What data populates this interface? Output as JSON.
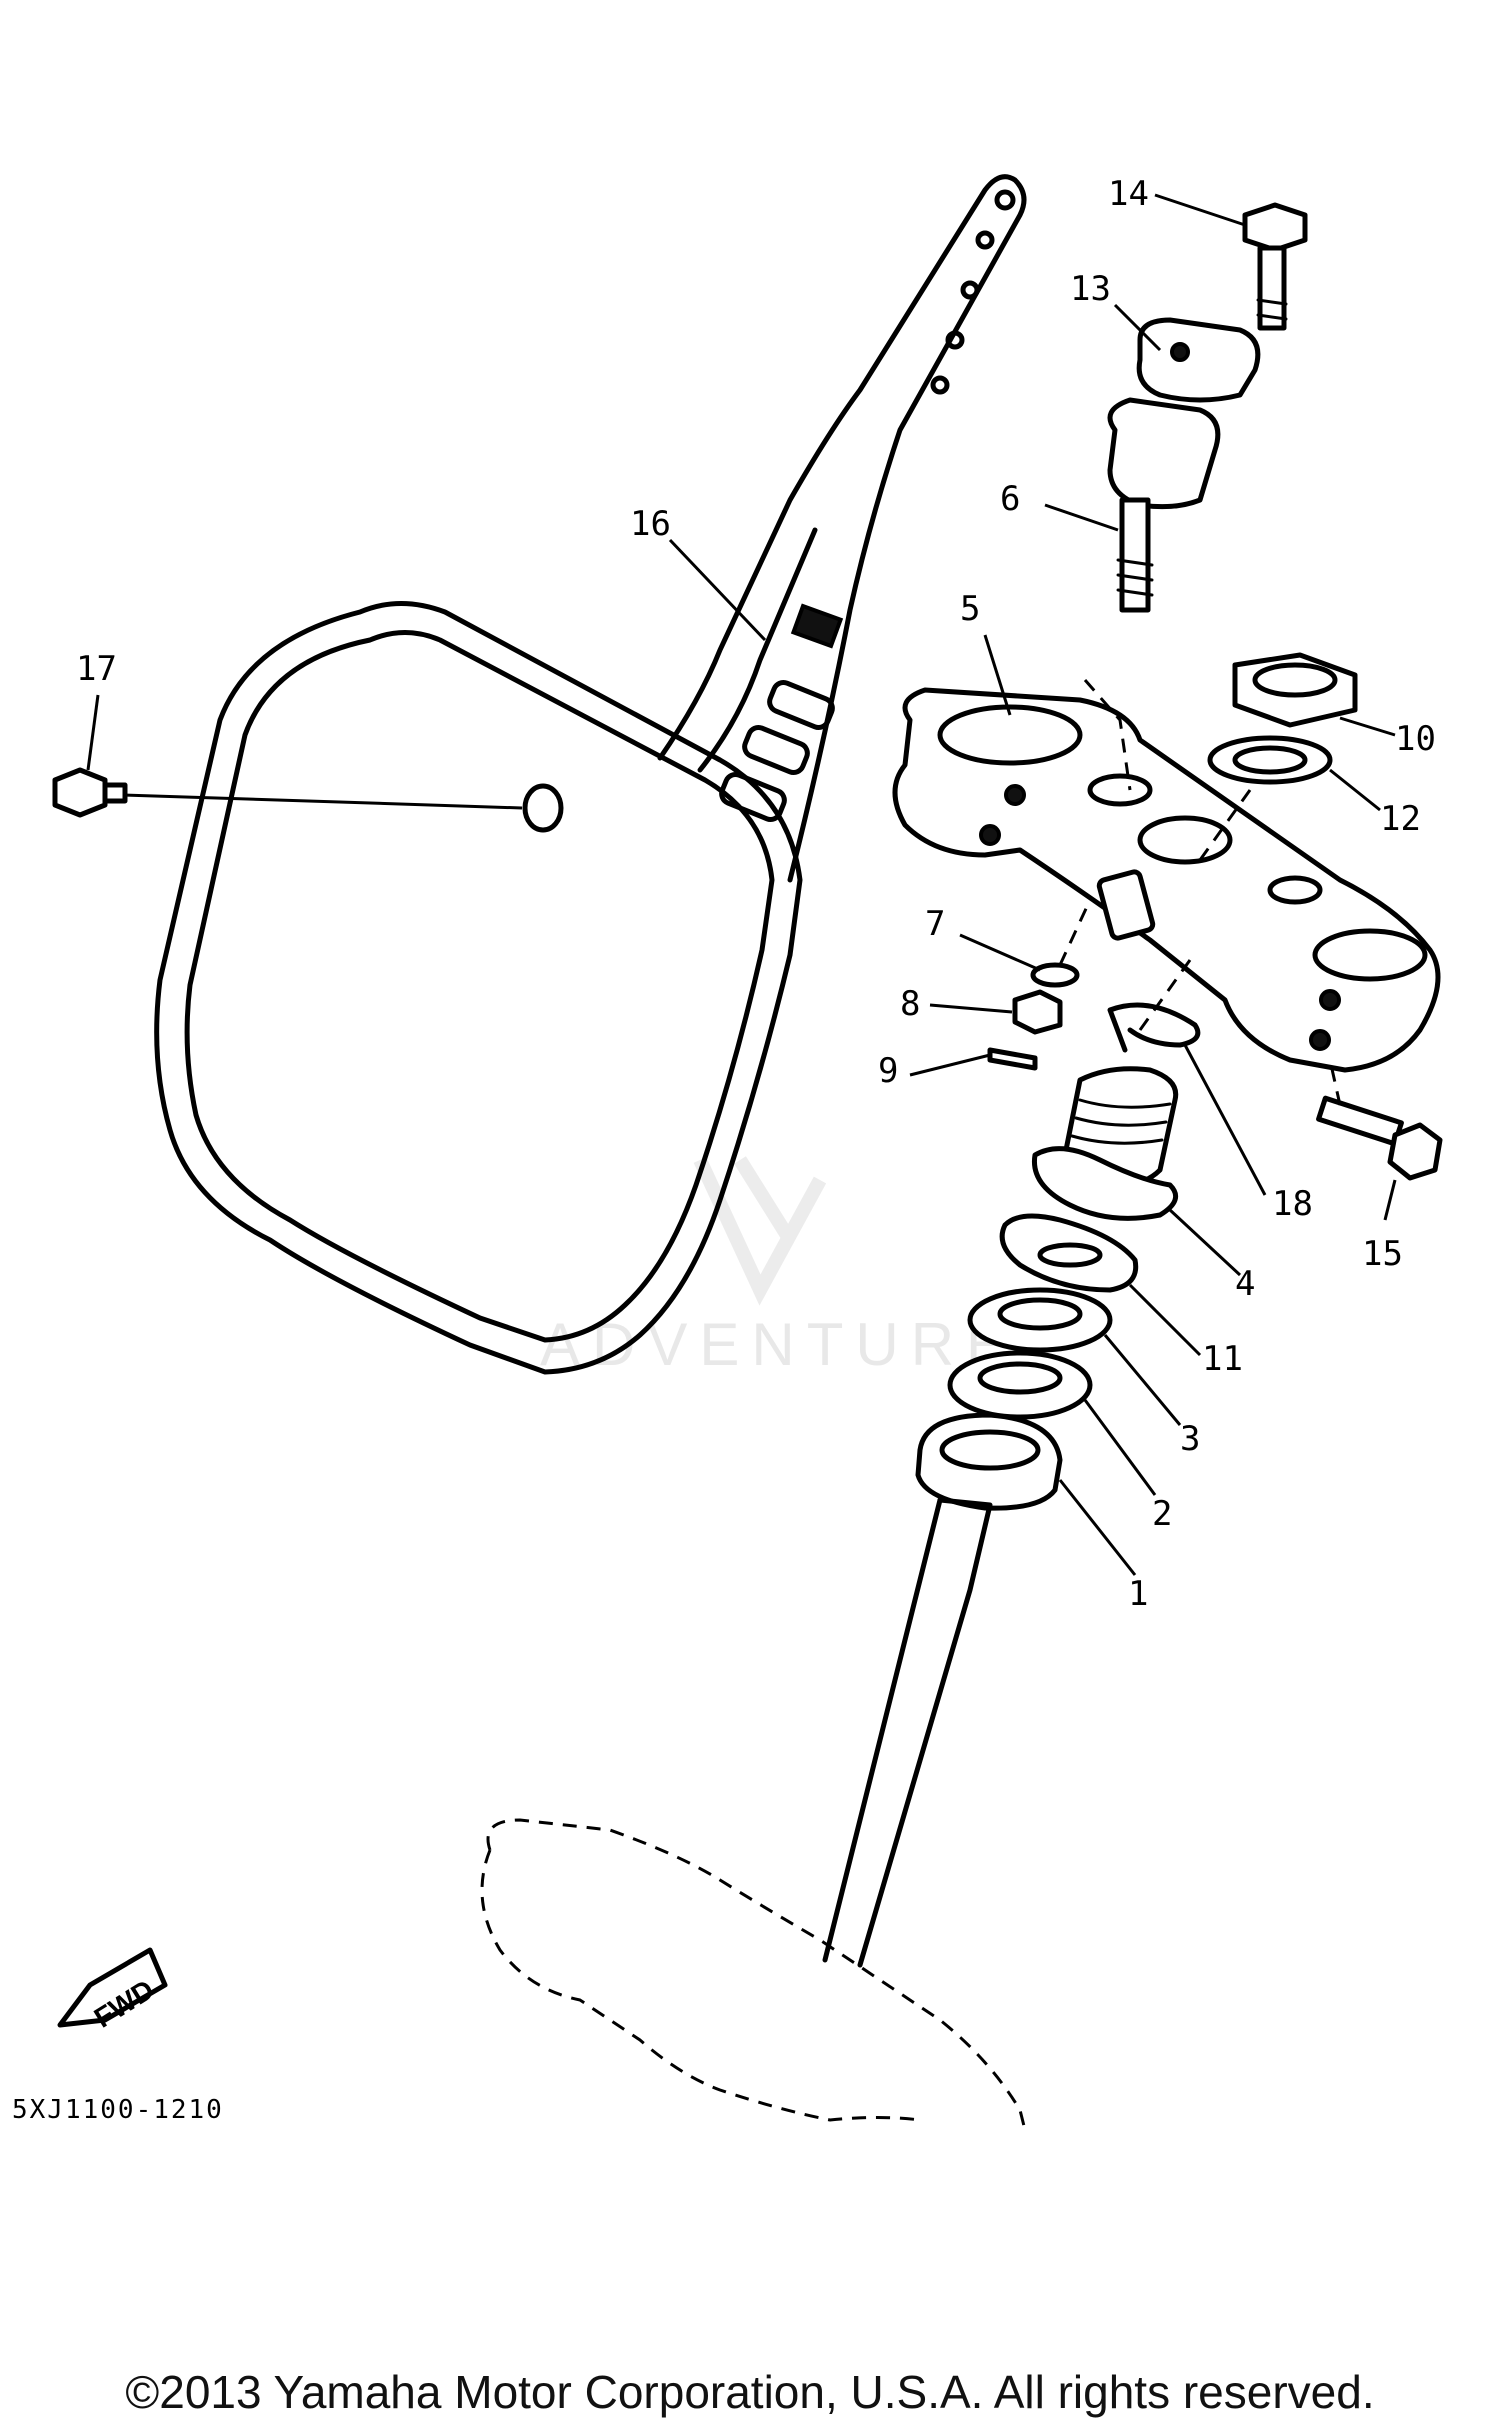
{
  "diagram": {
    "part_labels": [
      "1",
      "2",
      "3",
      "4",
      "5",
      "6",
      "7",
      "8",
      "9",
      "10",
      "11",
      "12",
      "13",
      "14",
      "15",
      "16",
      "17",
      "18"
    ],
    "part_code": "5XJ1100-1210",
    "fwd_label": "FWD",
    "watermark": "ADVENTURE"
  },
  "footer": {
    "copyright": "©2013 Yamaha Motor Corporation, U.S.A. All rights reserved."
  }
}
